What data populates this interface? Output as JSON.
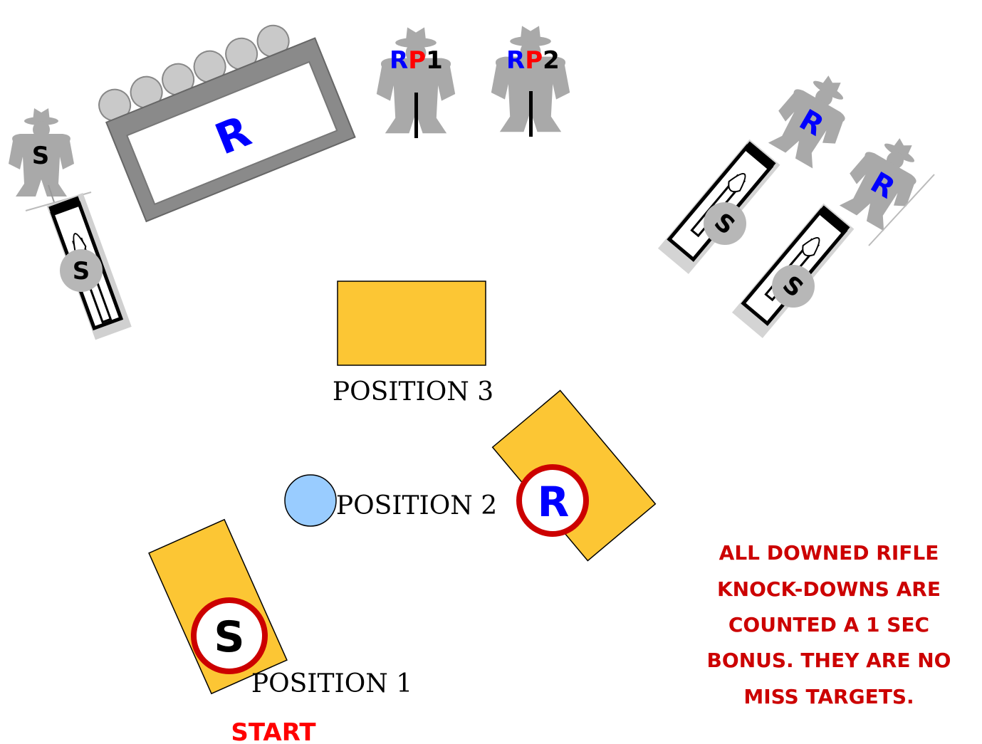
{
  "colors": {
    "target_gray": "#a9a9a9",
    "target_dark": "#8a8a8a",
    "rifle_blue": "#0000ff",
    "pistol_red": "#ff0000",
    "shotgun_black": "#000000",
    "table_yellow": "#fcc634",
    "barrel_blue": "#99ccff",
    "ring_red": "#cc0000",
    "note_red": "#cc0000",
    "start_red": "#ff0000"
  },
  "targets": {
    "rifle_rack_label": "R",
    "rp1": {
      "r": "R",
      "p": "P",
      "n": "1"
    },
    "rp2": {
      "r": "R",
      "p": "P",
      "n": "2"
    },
    "left_shotgun_top": "S",
    "left_shotgun_plate": "S",
    "right_rifle_1": "R",
    "right_rifle_2": "R",
    "right_shotgun_1": "S",
    "right_shotgun_2": "S"
  },
  "positions": {
    "p1": {
      "label": "POSITION 1",
      "marker": "S"
    },
    "p2": {
      "label": "POSITION 2",
      "marker": "R"
    },
    "p3": {
      "label": "POSITION 3"
    }
  },
  "start_label": "START",
  "note_lines": [
    "ALL  DOWNED RIFLE",
    "KNOCK-DOWNS ARE",
    "COUNTED A 1 SEC",
    "BONUS. THEY ARE NO",
    "MISS TARGETS."
  ]
}
